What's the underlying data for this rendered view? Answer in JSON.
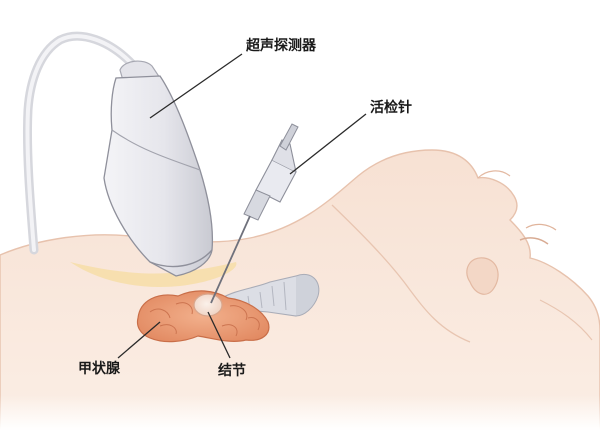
{
  "labels": {
    "probe": "超声探测器",
    "needle": "活检针",
    "thyroid": "甲状腺",
    "nodule": "结节"
  },
  "colors": {
    "skin_light": "#f8e4d6",
    "skin_mid": "#f2d2bf",
    "skin_outline": "#e6bca6",
    "probe_body": "#e9e9ee",
    "probe_shadow": "#c7c8d0",
    "cable": "#d9d9df",
    "gel": "#f6dca0",
    "thyroid_tissue": "#e89870",
    "nodule": "#f6e3d8",
    "trachea": "#d9dbe2",
    "leader_line": "#2a2a2a"
  }
}
